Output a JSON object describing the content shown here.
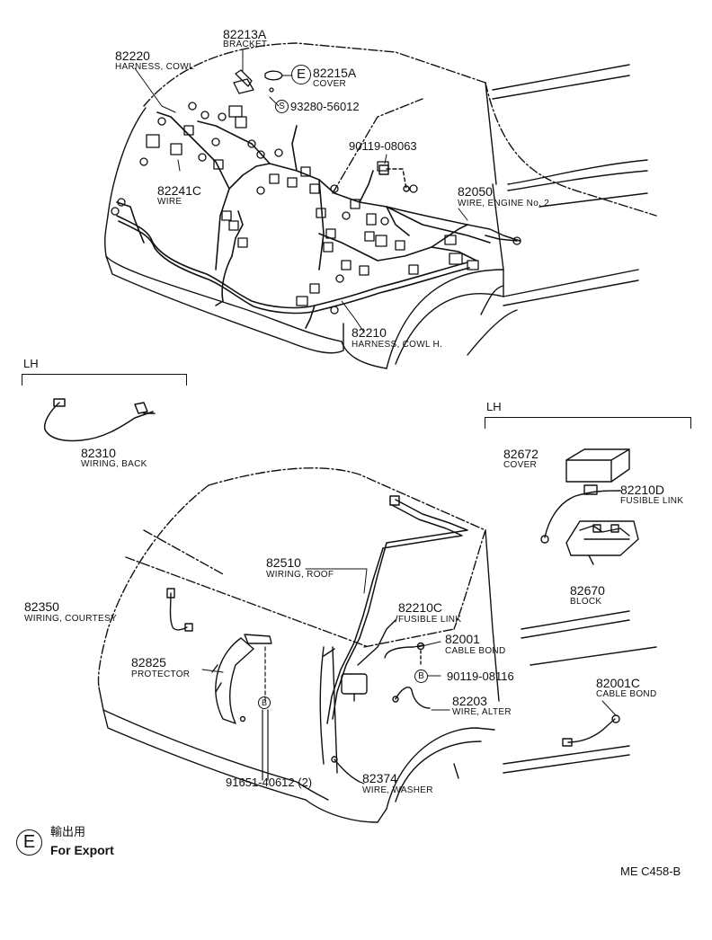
{
  "callouts": [
    {
      "id": "c82213A",
      "number": "82213A",
      "name": "BRACKET"
    },
    {
      "id": "c82220",
      "number": "82220",
      "name": "HARNESS, COWL"
    },
    {
      "id": "c82215A",
      "number": "82215A",
      "name": "COVER"
    },
    {
      "id": "c93280",
      "number": "93280-56012",
      "name": ""
    },
    {
      "id": "c90119a",
      "number": "90119-08063",
      "name": ""
    },
    {
      "id": "c82241C",
      "number": "82241C",
      "name": "WIRE"
    },
    {
      "id": "c82050",
      "number": "82050",
      "name": "WIRE, ENGINE No. 2"
    },
    {
      "id": "c82210",
      "number": "82210",
      "name": "HARNESS, COWL H."
    },
    {
      "id": "c82310",
      "number": "82310",
      "name": "WIRING, BACK"
    },
    {
      "id": "c82672",
      "number": "82672",
      "name": "COVER"
    },
    {
      "id": "c82210D",
      "number": "82210D",
      "name": "FUSIBLE LINK"
    },
    {
      "id": "c82670",
      "number": "82670",
      "name": "BLOCK"
    },
    {
      "id": "c82510",
      "number": "82510",
      "name": "WIRING, ROOF"
    },
    {
      "id": "c82350",
      "number": "82350",
      "name": "WIRING, COURTESY"
    },
    {
      "id": "c82210C",
      "number": "82210C",
      "name": "FUSIBLE LINK"
    },
    {
      "id": "c82001",
      "number": "82001",
      "name": "CABLE BOND"
    },
    {
      "id": "c82825",
      "number": "82825",
      "name": "PROTECTOR"
    },
    {
      "id": "c90119b",
      "number": "90119-08116",
      "name": ""
    },
    {
      "id": "c82001C",
      "number": "82001C",
      "name": "CABLE BOND"
    },
    {
      "id": "c82203",
      "number": "82203",
      "name": "WIRE, ALTER"
    },
    {
      "id": "c91651",
      "number": "91651-40612 (2)",
      "name": ""
    },
    {
      "id": "c82374",
      "number": "82374",
      "name": "WIRE, WASHER"
    }
  ],
  "markers": {
    "e_letter": "E",
    "s_letter": "S",
    "b_letter": "B"
  },
  "sections": {
    "lh_left": "LH",
    "lh_right": "LH"
  },
  "legend": {
    "symbol": "E",
    "japanese": "輸出用",
    "text": "For Export"
  },
  "drawing_code": "ME  C458-B"
}
